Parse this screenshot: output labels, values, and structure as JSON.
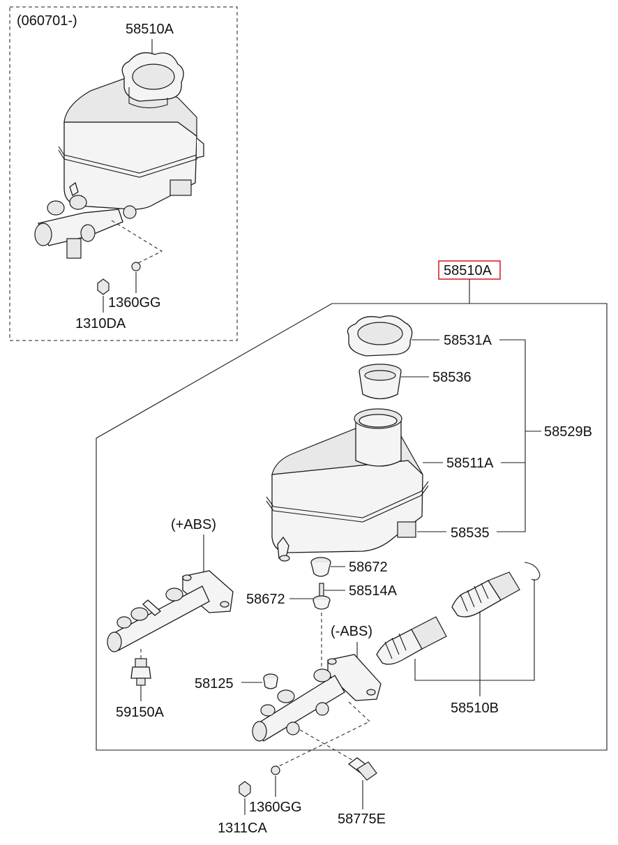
{
  "variant_box": {
    "date_label": "(060701-)",
    "labels": {
      "reservoir": "58510A",
      "nut": "1360GG",
      "bolt": "1310DA"
    }
  },
  "main_assembly": {
    "highlighted_label": "58510A",
    "highlight_color": "#d9242b",
    "labels": {
      "cap": "58531A",
      "strainer": "58536",
      "reservoir_kit": "58529B",
      "reservoir": "58511A",
      "connector": "58535",
      "grommet_top": "58672",
      "grommet_left": "58672",
      "seal": "58514A",
      "abs_plus": "(+ABS)",
      "abs_minus": "(-ABS)",
      "plug": "58125",
      "switch": "59150A",
      "piston_kit": "58510B"
    }
  },
  "bottom_parts": {
    "labels": {
      "nut": "1360GG",
      "bolt": "1311CA",
      "sensor": "58775E"
    }
  }
}
